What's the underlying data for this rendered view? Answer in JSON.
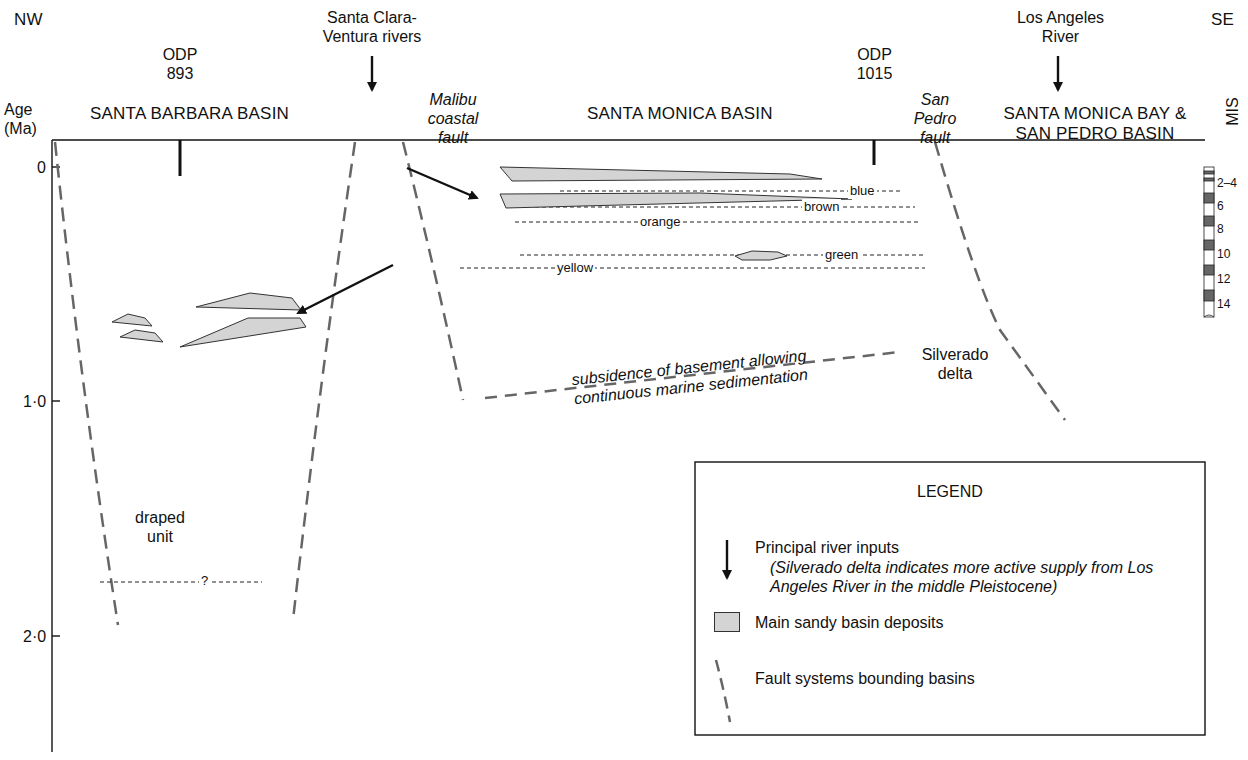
{
  "diagram": {
    "labels": [
      "NW",
      "SE",
      "Santa Clara-Ventura rivers",
      "ODP 893",
      "Age (Ma)",
      "SANTA BARBARA BASIN",
      "Malibu coastal fault",
      "SANTA MONICA BASIN",
      "ODP 1015",
      "San Pedro fault",
      "Los Angeles River",
      "SANTA MONICA BAY & SAN PEDRO BASIN",
      "MIS",
      "0",
      "1·0",
      "2·0",
      "blue",
      "brown",
      "orange",
      "green",
      "yellow",
      "subsidence of basement allowing continuous marine sedimentation",
      "Silverado delta",
      "?",
      "draped unit",
      "2–4",
      "6",
      "8",
      "10",
      "12",
      "14",
      "LEGEND",
      "(Silverado delta indicates more active supply from Los Angeles River in the middle Pleistocene)"
    ],
    "legend": [
      {
        "text": "Principal river inputs"
      },
      {
        "text": "Main sandy basin deposits",
        "color": "#d4d4d4"
      },
      {
        "text": "Fault systems bounding basins"
      }
    ]
  }
}
